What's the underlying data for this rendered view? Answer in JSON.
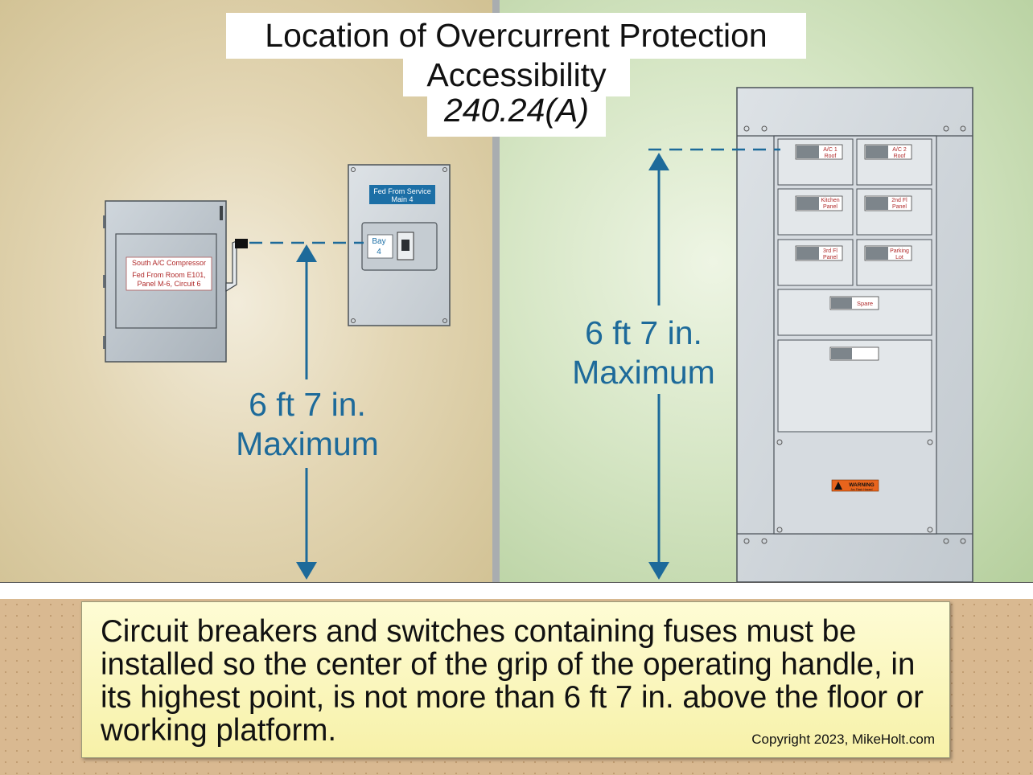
{
  "title": {
    "line1": "Location of Overcurrent Protection",
    "line2": "Accessibility",
    "line3": "240.24(A)"
  },
  "dimension_left": {
    "value": "6 ft 7 in.",
    "qualifier": "Maximum"
  },
  "dimension_right": {
    "value": "6 ft 7 in.",
    "qualifier": "Maximum"
  },
  "disconnect_switch": {
    "label_line1": "South A/C Compressor",
    "label_line2": "Fed From Room E101,",
    "label_line3": "Panel M-6, Circuit 6"
  },
  "small_panel": {
    "label_line1": "Fed From Service",
    "label_line2": "Main 4",
    "breaker_line1": "Bay",
    "breaker_line2": "4"
  },
  "main_panel": {
    "breakers": [
      {
        "line1": "A/C 1",
        "line2": "Roof"
      },
      {
        "line1": "A/C 2",
        "line2": "Roof"
      },
      {
        "line1": "Kitchen",
        "line2": "Panel"
      },
      {
        "line1": "2nd Fl",
        "line2": "Panel"
      },
      {
        "line1": "3rd Fl",
        "line2": "Panel"
      },
      {
        "line1": "Parking",
        "line2": "Lot"
      }
    ],
    "spare_label": "Spare",
    "warning_title": "WARNING",
    "warning_sub": "Arc Flash Hazard"
  },
  "note": "Circuit breakers and switches containing fuses must be installed so the center of the grip of the operating handle, in its highest point, is not more than 6 ft 7 in. above the floor or working platform.",
  "copyright": "Copyright 2023, MikeHolt.com",
  "colors": {
    "dimension_blue": "#1d6a9a",
    "label_red": "#b02a2a",
    "panel_blue": "#1c6fa6",
    "warning_orange": "#e8641c"
  }
}
